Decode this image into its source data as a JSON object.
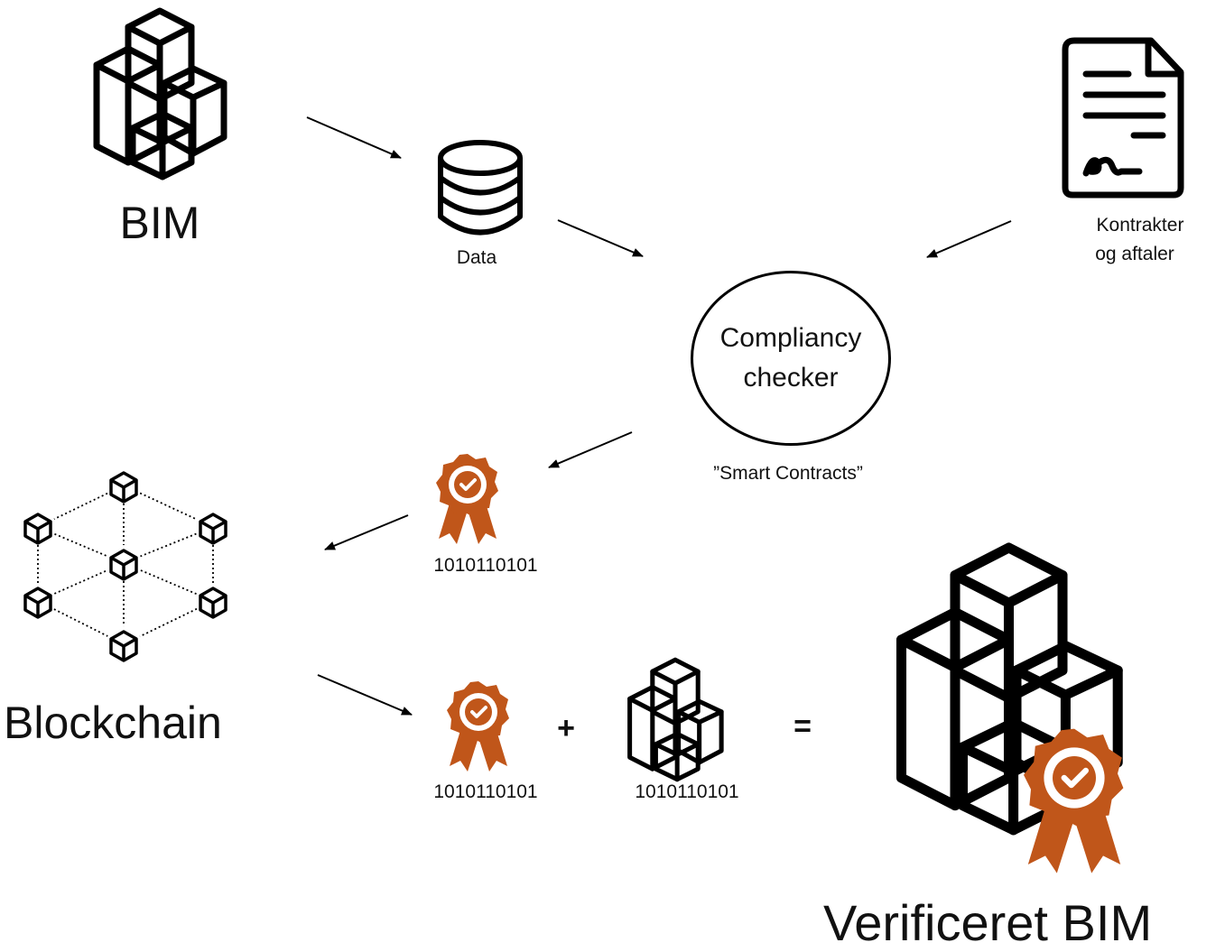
{
  "labels": {
    "bim": "BIM",
    "data": "Data",
    "contracts_line1": "Kontrakter",
    "contracts_line2": "og aftaler",
    "checker_line1": "Compliancy",
    "checker_line2": "checker",
    "smart_contracts": "”Smart Contracts”",
    "binary_1": "1010110101",
    "blockchain": "Blockchain",
    "binary_2": "1010110101",
    "binary_3": "1010110101",
    "plus": "+",
    "equals": "=",
    "verified_bim": "Verificeret BIM"
  },
  "colors": {
    "stroke": "#000000",
    "badge": "#C0561A",
    "text": "#111111"
  },
  "icons": [
    "building-blocks-icon",
    "database-icon",
    "contract-document-icon",
    "certificate-badge-icon",
    "blockchain-network-icon"
  ]
}
